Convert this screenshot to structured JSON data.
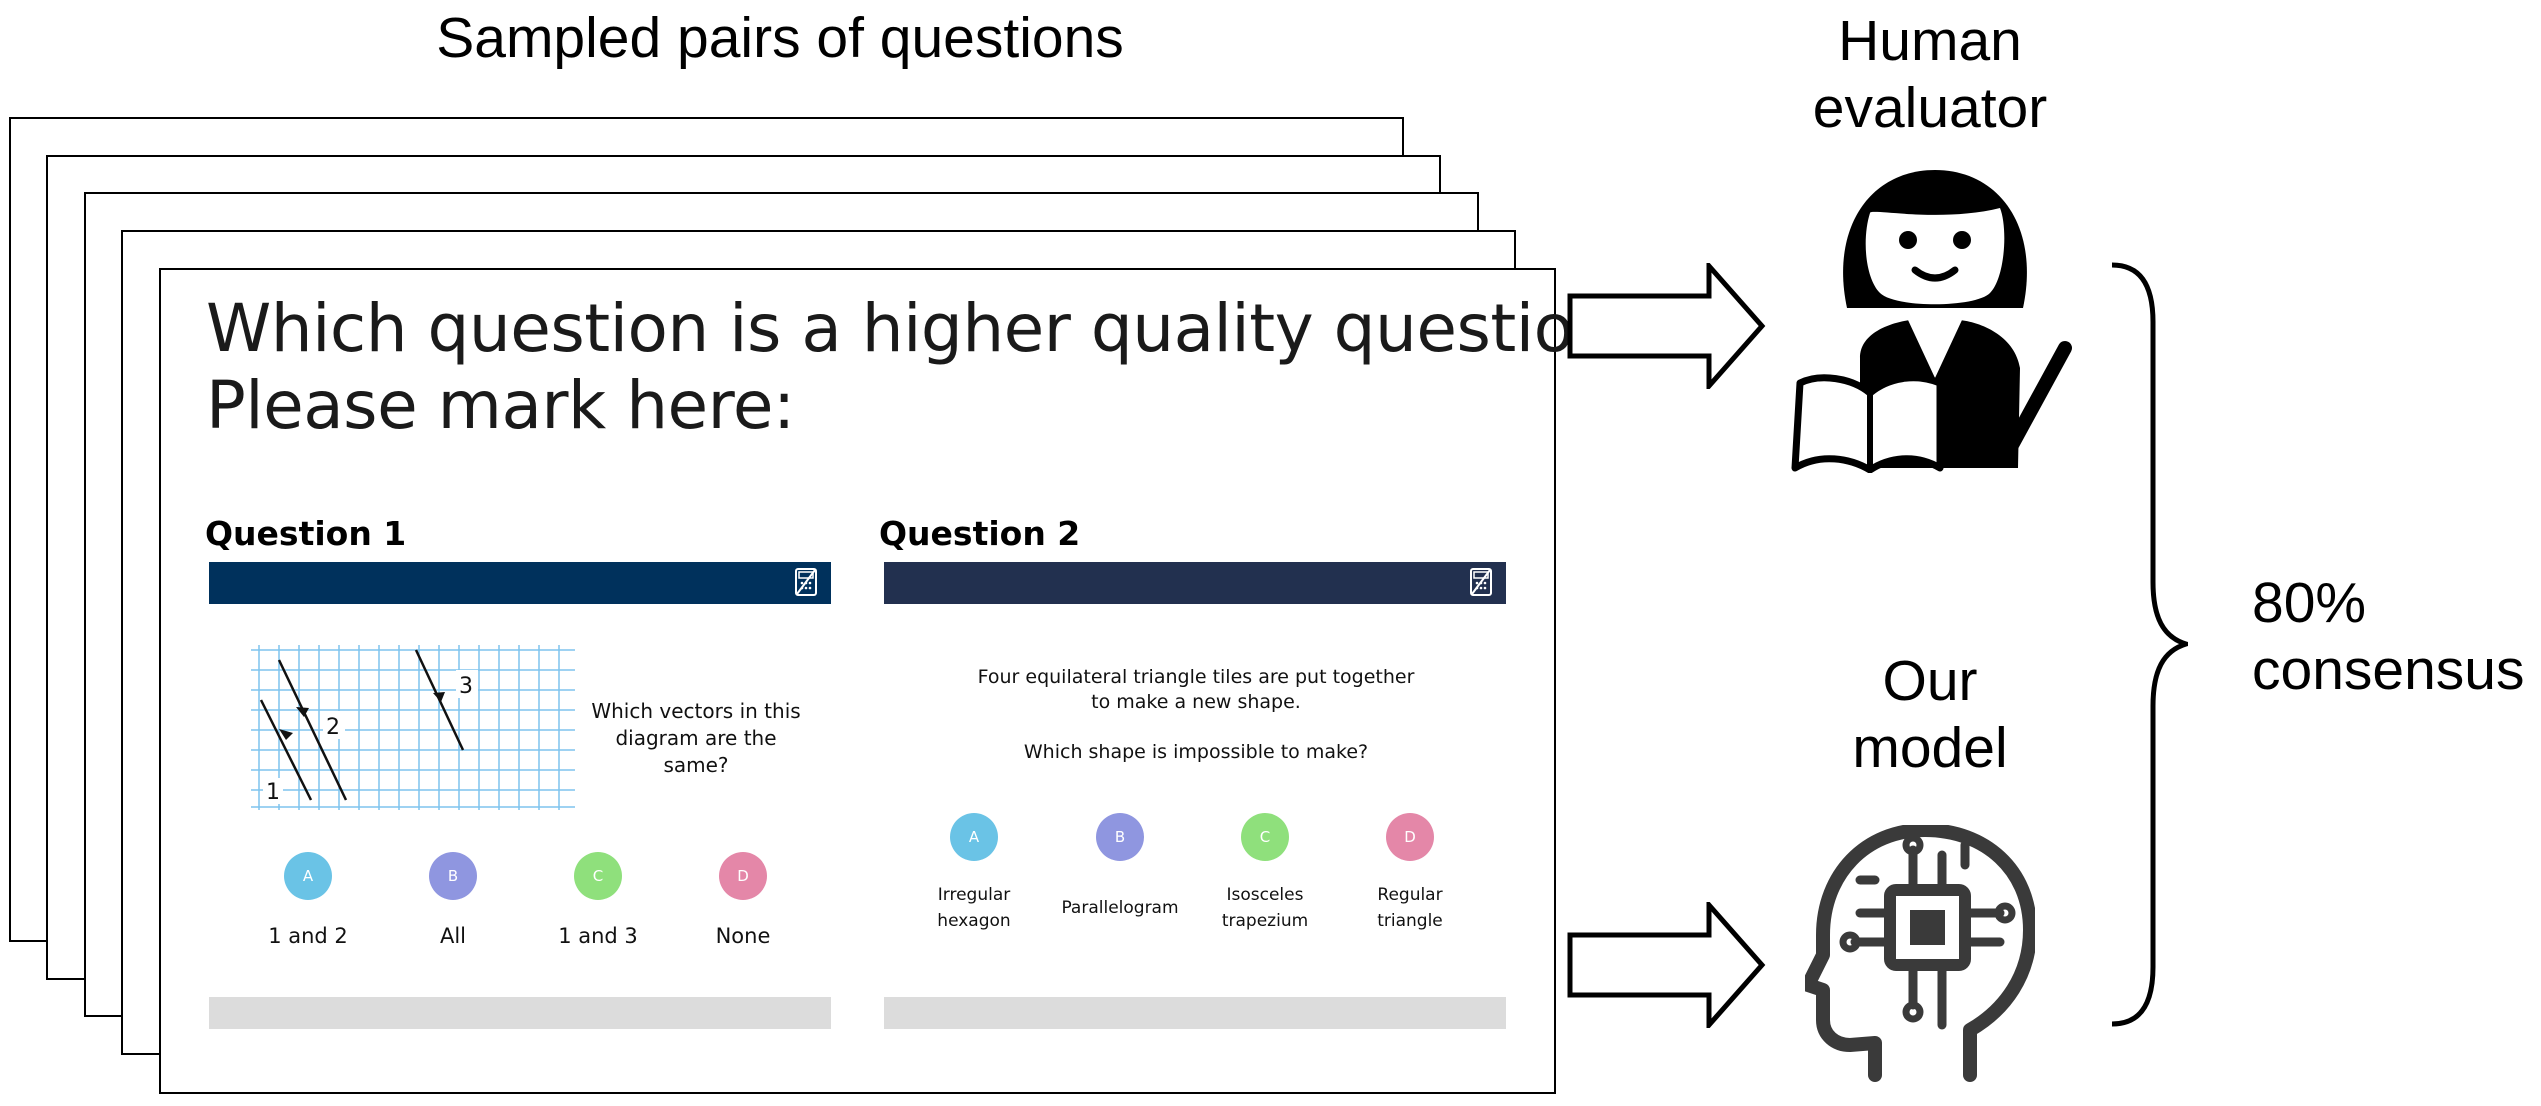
{
  "title": "Sampled pairs of questions",
  "human_label": "Human\nevaluator",
  "model_label": "Our\nmodel",
  "consensus_label": "80%\nconsensus",
  "icons": {
    "human": "teacher-reading-icon",
    "model": "ai-head-chip-icon",
    "arrow": "right-arrow-icon",
    "calculator": "calculator-icon"
  },
  "card": {
    "prompt_line1": "Which question is a higher quality question?",
    "prompt_line2": "Please mark here:",
    "q1": {
      "title": "Question 1",
      "bar_color": "#00315c",
      "question": "Which vectors in this\ndiagram are the same?",
      "vector_labels": [
        "1",
        "2",
        "3"
      ],
      "options": [
        {
          "letter": "A",
          "label": "1 and 2",
          "color": "#6ac3e6"
        },
        {
          "letter": "B",
          "label": "All",
          "color": "#8f96e0"
        },
        {
          "letter": "C",
          "label": "1 and 3",
          "color": "#8fe07c"
        },
        {
          "letter": "D",
          "label": "None",
          "color": "#e487a8"
        }
      ]
    },
    "q2": {
      "title": "Question 2",
      "bar_color": "#22304f",
      "line1": "Four equilateral triangle tiles are put together\nto make a new shape.",
      "line2": "Which shape is impossible to make?",
      "options": [
        {
          "letter": "A",
          "label": "Irregular\nhexagon",
          "color": "#6ac3e6"
        },
        {
          "letter": "B",
          "label": "Parallelogram",
          "color": "#8f96e0"
        },
        {
          "letter": "C",
          "label": "Isosceles\ntrapezium",
          "color": "#8fe07c"
        },
        {
          "letter": "D",
          "label": "Regular\ntriangle",
          "color": "#e487a8"
        }
      ]
    }
  }
}
